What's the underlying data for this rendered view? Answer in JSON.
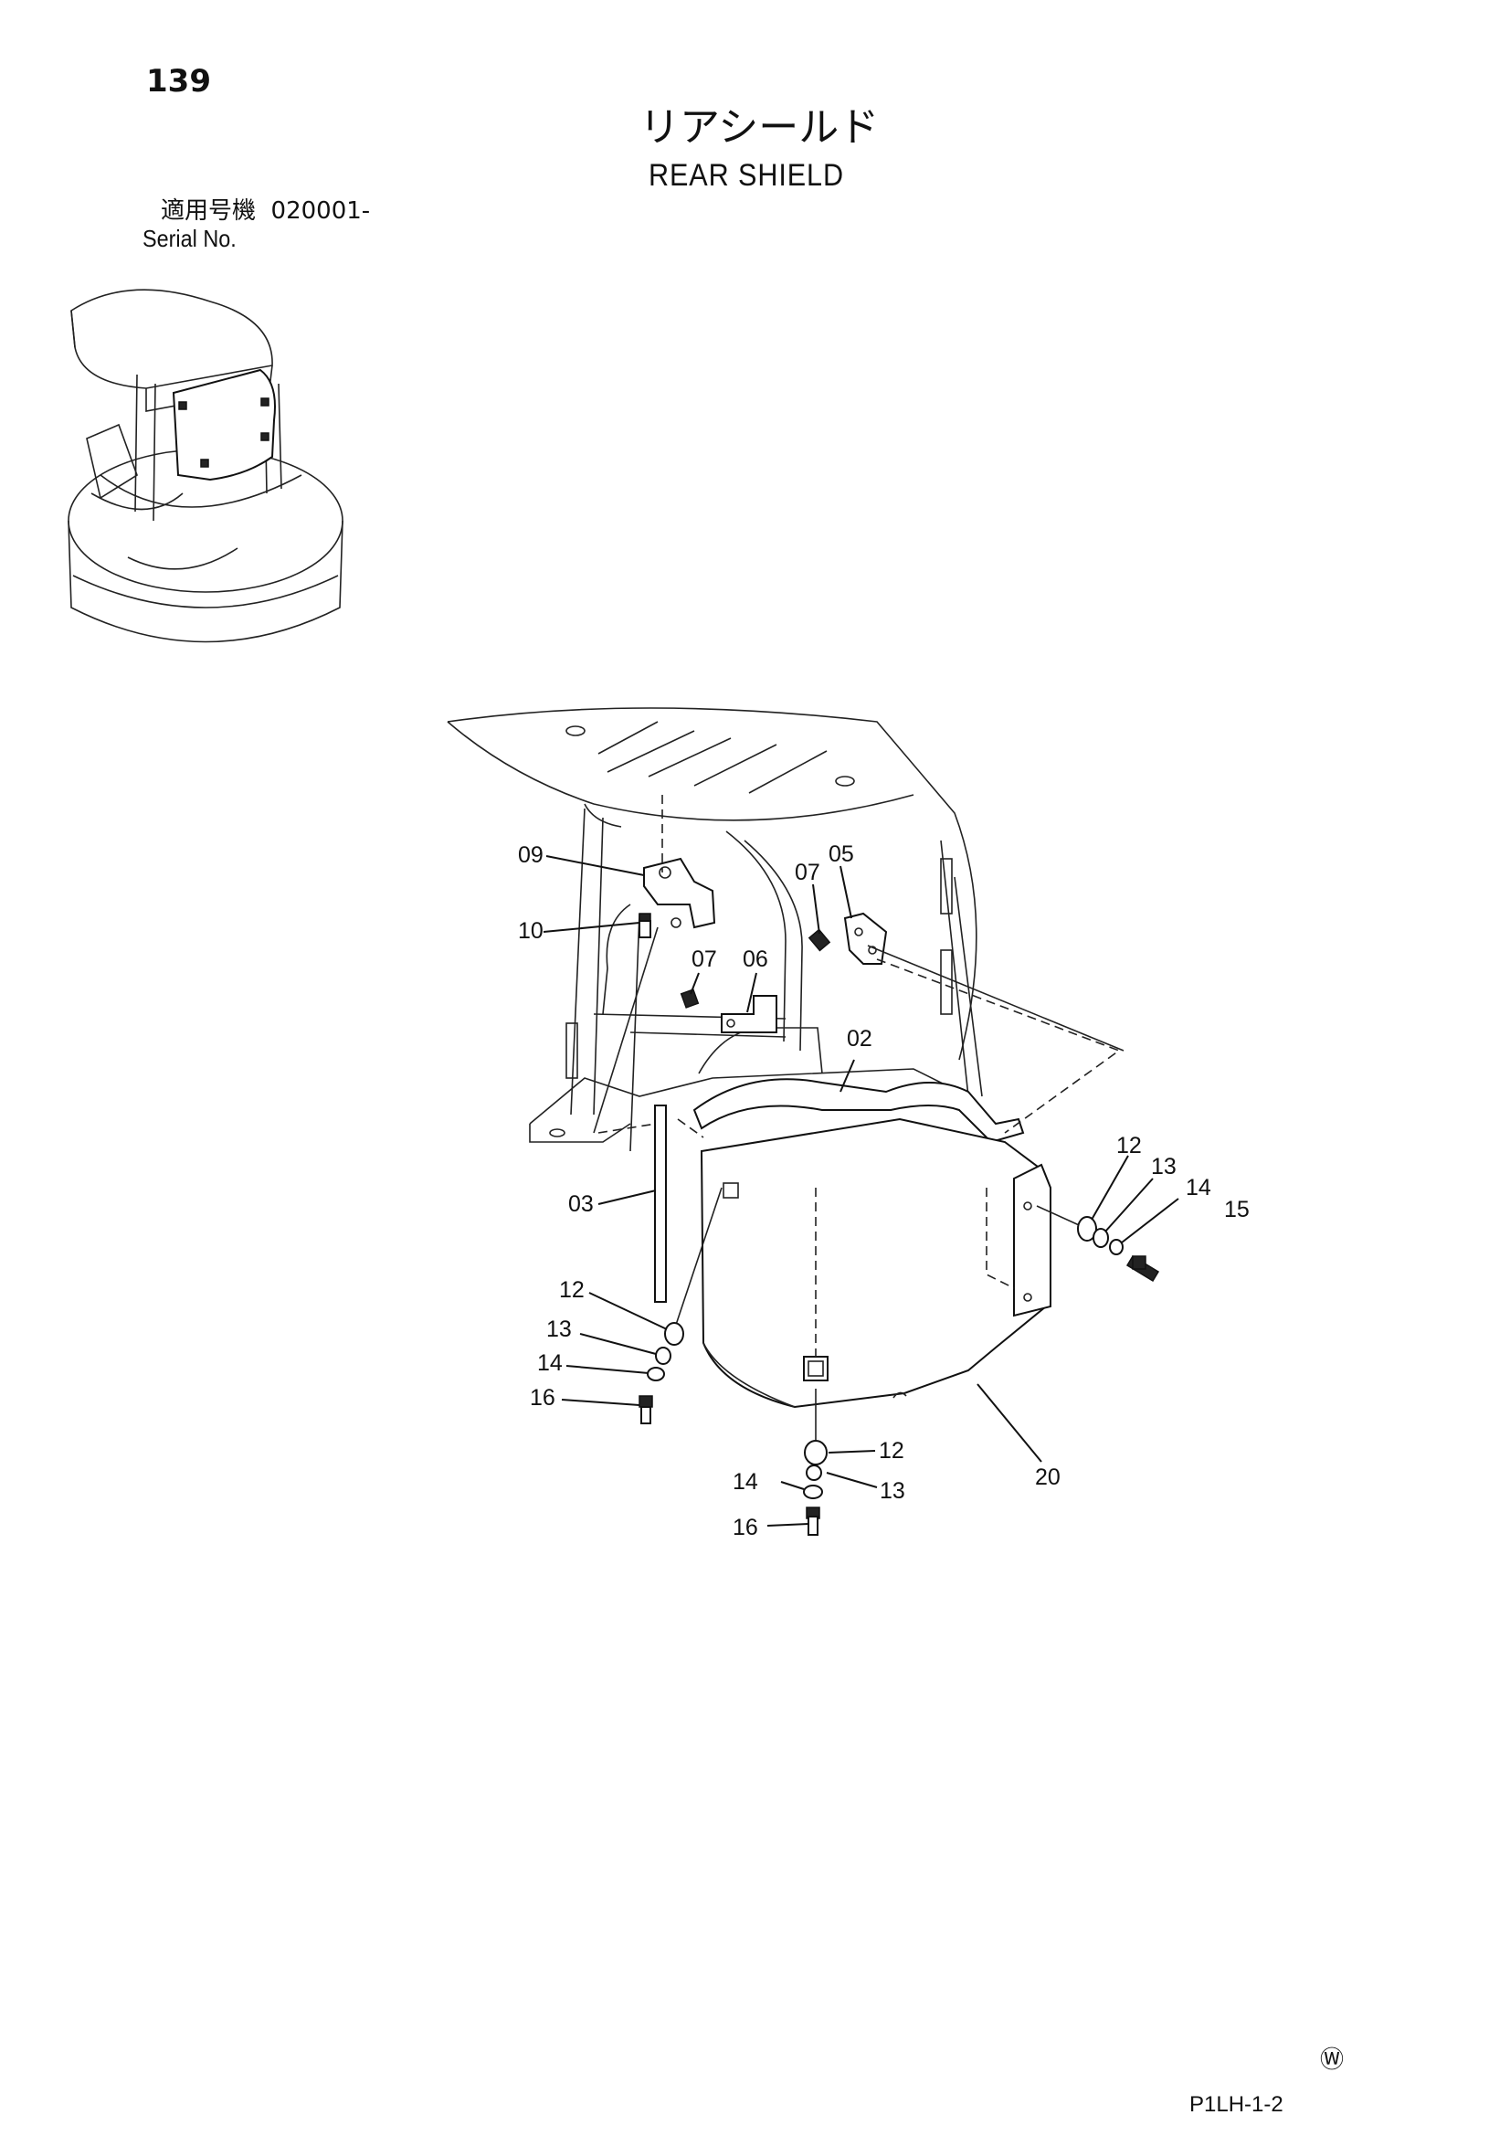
{
  "header": {
    "page_number": "139",
    "title_jp": "リアシールド",
    "title_en": "REAR SHIELD",
    "serial_label_jp": "適用号機",
    "serial_value": "020001-",
    "serial_label_en": "Serial No."
  },
  "footer": {
    "watermark_symbol": "Ⓦ",
    "drawing_code": "P1LH-1-2"
  },
  "callouts": {
    "c09": "09",
    "c10": "10",
    "c07a": "07",
    "c05": "05",
    "c07b": "07",
    "c06": "06",
    "c02": "02",
    "c03": "03",
    "c12a": "12",
    "c13a": "13",
    "c14a": "14",
    "c15": "15",
    "c12b": "12",
    "c13b": "13",
    "c14b": "14",
    "c16a": "16",
    "c12c": "12",
    "c14c": "14",
    "c13c": "13",
    "c16b": "16",
    "c20": "20"
  }
}
